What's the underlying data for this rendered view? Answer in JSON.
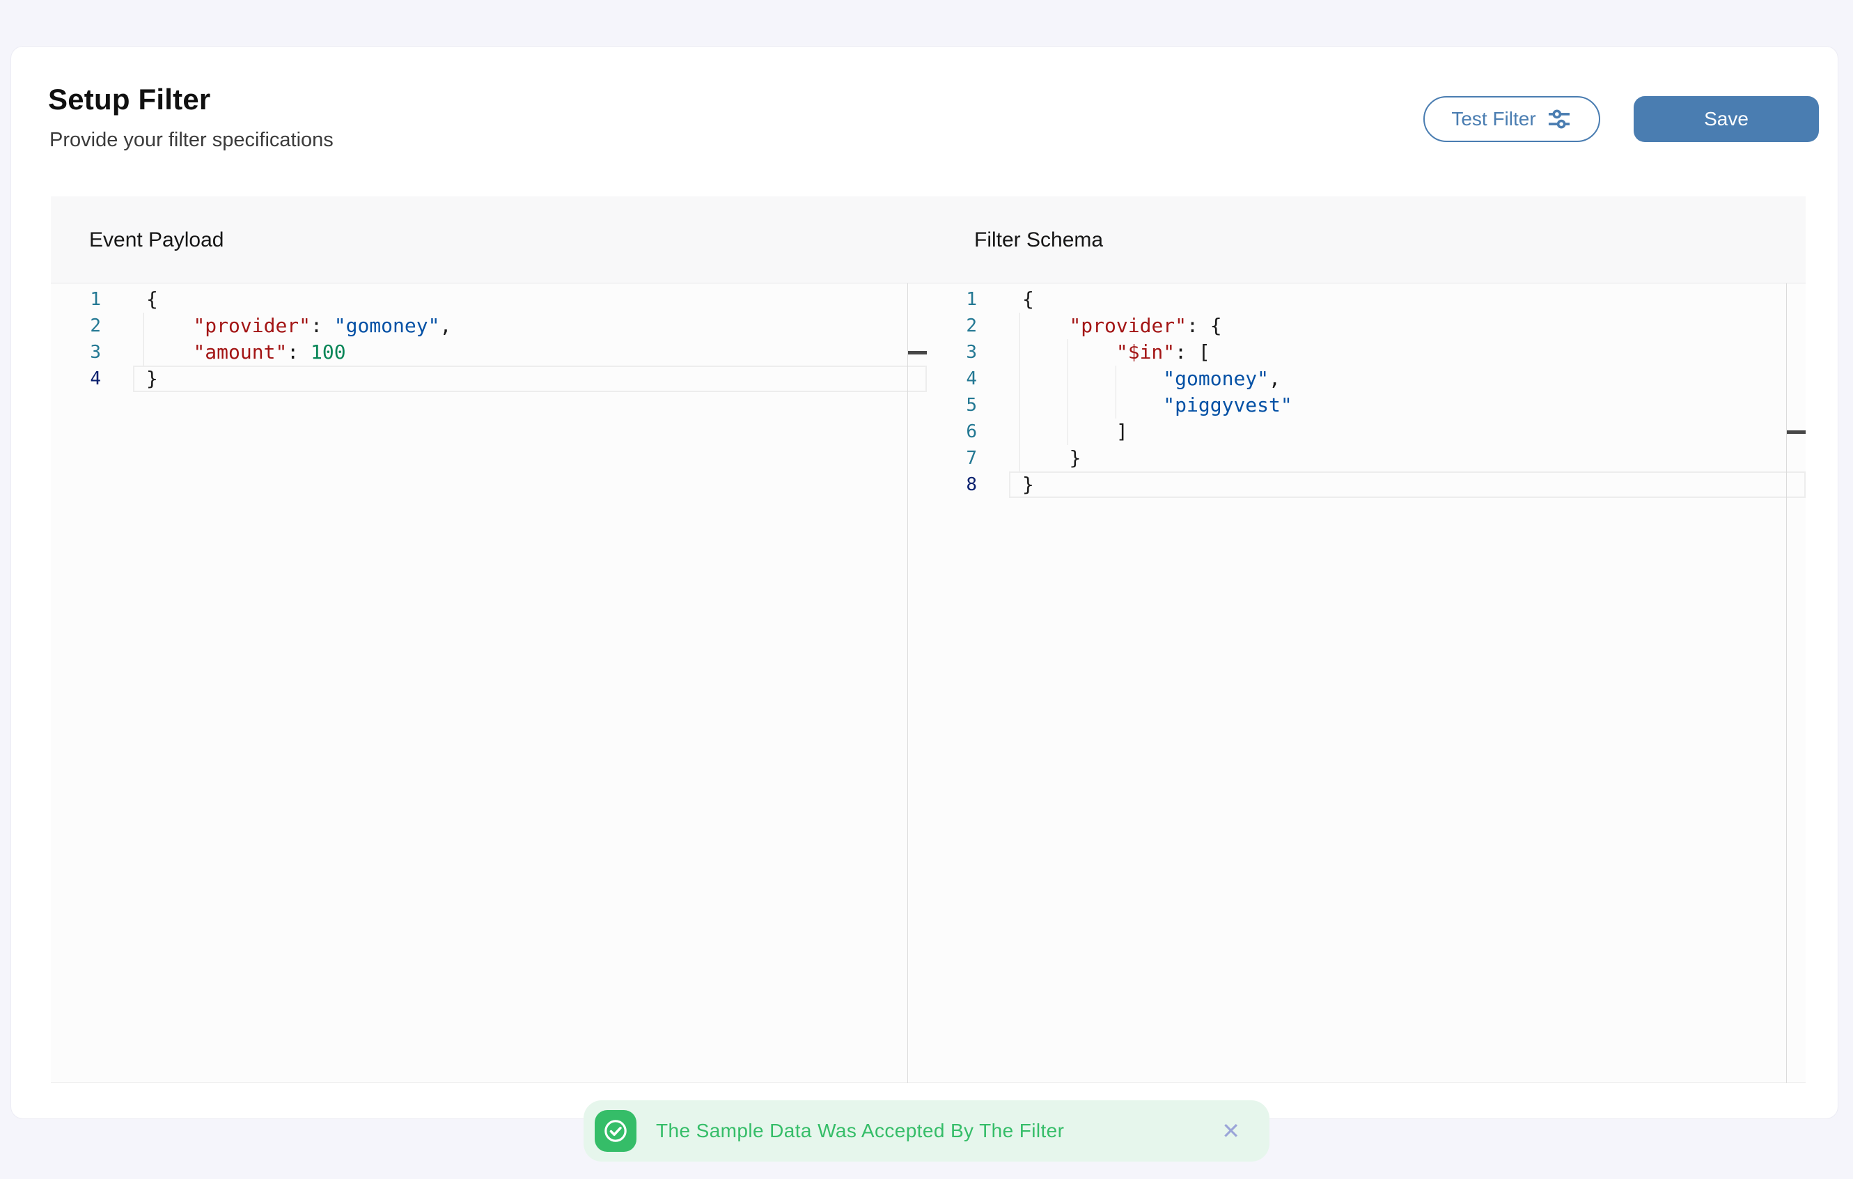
{
  "header": {
    "title": "Setup Filter",
    "subtitle": "Provide your filter specifications"
  },
  "toolbar": {
    "test_filter_label": "Test Filter",
    "test_filter_icon": "sliders-icon",
    "save_label": "Save"
  },
  "editors": [
    {
      "label": "Event Payload",
      "active_line": 4,
      "cursor_mark_line": 3,
      "indent_guides": [
        {
          "col": 0,
          "from": 2,
          "to": 3
        }
      ],
      "lines": [
        {
          "num": 1,
          "segs": [
            [
              "punct",
              "{"
            ]
          ]
        },
        {
          "num": 2,
          "segs": [
            [
              "text",
              "    "
            ],
            [
              "key",
              "\"provider\""
            ],
            [
              "punct",
              ": "
            ],
            [
              "str",
              "\"gomoney\""
            ],
            [
              "punct",
              ","
            ]
          ]
        },
        {
          "num": 3,
          "segs": [
            [
              "text",
              "    "
            ],
            [
              "key",
              "\"amount\""
            ],
            [
              "punct",
              ": "
            ],
            [
              "num",
              "100"
            ]
          ]
        },
        {
          "num": 4,
          "segs": [
            [
              "punct",
              "}"
            ]
          ]
        }
      ]
    },
    {
      "label": "Filter Schema",
      "active_line": 8,
      "cursor_mark_line": 6,
      "indent_guides": [
        {
          "col": 0,
          "from": 2,
          "to": 7
        },
        {
          "col": 4,
          "from": 3,
          "to": 6
        },
        {
          "col": 8,
          "from": 4,
          "to": 5
        }
      ],
      "lines": [
        {
          "num": 1,
          "segs": [
            [
              "punct",
              "{"
            ]
          ]
        },
        {
          "num": 2,
          "segs": [
            [
              "text",
              "    "
            ],
            [
              "key",
              "\"provider\""
            ],
            [
              "punct",
              ": {"
            ]
          ]
        },
        {
          "num": 3,
          "segs": [
            [
              "text",
              "        "
            ],
            [
              "key",
              "\"$in\""
            ],
            [
              "punct",
              ": ["
            ]
          ]
        },
        {
          "num": 4,
          "segs": [
            [
              "text",
              "            "
            ],
            [
              "str",
              "\"gomoney\""
            ],
            [
              "punct",
              ","
            ]
          ]
        },
        {
          "num": 5,
          "segs": [
            [
              "text",
              "            "
            ],
            [
              "str",
              "\"piggyvest\""
            ]
          ]
        },
        {
          "num": 6,
          "segs": [
            [
              "text",
              "        "
            ],
            [
              "punct",
              "]"
            ]
          ]
        },
        {
          "num": 7,
          "segs": [
            [
              "text",
              "    "
            ],
            [
              "punct",
              "}"
            ]
          ]
        },
        {
          "num": 8,
          "segs": [
            [
              "punct",
              "}"
            ]
          ]
        }
      ]
    }
  ],
  "toast": {
    "icon": "check-circle-icon",
    "message": "The Sample Data Was Accepted By The Filter",
    "close_glyph": "✕"
  },
  "colors": {
    "page_bg": "#f5f5fb",
    "primary": "#4a7db1",
    "toast_green": "#35bd68",
    "toast_bg": "#e6f6ec",
    "code_key": "#a31515",
    "code_string": "#0451a5",
    "code_number": "#098658",
    "line_number": "#237893",
    "active_line_number": "#0b216f"
  }
}
